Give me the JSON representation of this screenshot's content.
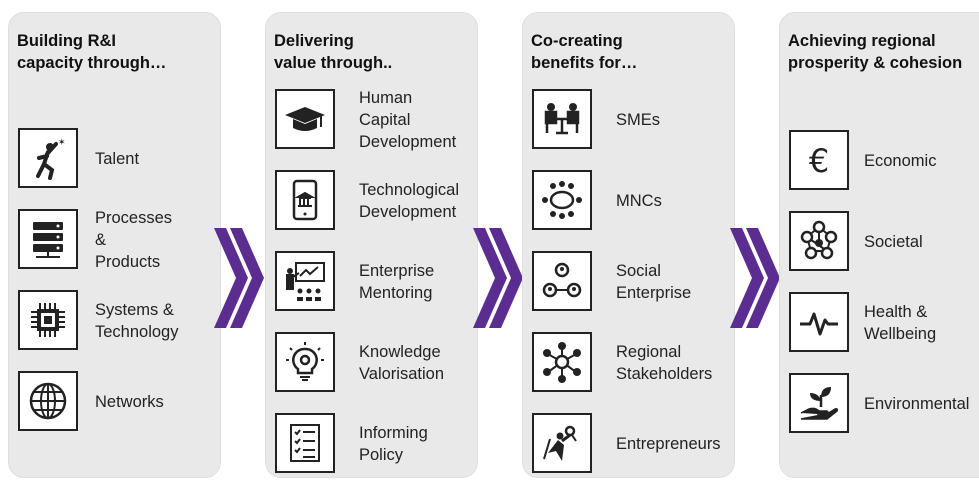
{
  "colors": {
    "panel": "#e9e9e9",
    "chevron": "#5c2d91",
    "icon": "#222222"
  },
  "columns": [
    {
      "title": "Building R&I\ncapacity through…",
      "items": [
        {
          "label": "Talent",
          "icon": "athlete-reaching-star-icon"
        },
        {
          "label": "Processes\n& Products",
          "icon": "server-rack-icon"
        },
        {
          "label": "Systems &\nTechnology",
          "icon": "microchip-icon"
        },
        {
          "label": "Networks",
          "icon": "globe-icon"
        }
      ]
    },
    {
      "title": "Delivering\nvalue through..",
      "items": [
        {
          "label": "Human\nCapital\nDevelopment",
          "icon": "graduation-cap-icon"
        },
        {
          "label": "Technological\nDevelopment",
          "icon": "smartphone-bank-icon"
        },
        {
          "label": "Enterprise\nMentoring",
          "icon": "presenter-board-icon"
        },
        {
          "label": "Knowledge\nValorisation",
          "icon": "lightbulb-gear-icon"
        },
        {
          "label": "Informing\nPolicy",
          "icon": "checklist-icon"
        }
      ]
    },
    {
      "title": "Co-creating\nbenefits for…",
      "items": [
        {
          "label": "SMEs",
          "icon": "meeting-table-icon"
        },
        {
          "label": "MNCs",
          "icon": "boardroom-icon"
        },
        {
          "label": "Social\nEnterprise",
          "icon": "people-network-icon"
        },
        {
          "label": "Regional\nStakeholders",
          "icon": "hub-network-icon"
        },
        {
          "label": "Entrepreneurs",
          "icon": "superhero-icon"
        }
      ]
    },
    {
      "title": "Achieving regional\nprosperity & cohesion",
      "items": [
        {
          "label": "Economic",
          "icon": "euro-icon"
        },
        {
          "label": "Societal",
          "icon": "community-network-icon"
        },
        {
          "label": "Health &\nWellbeing",
          "icon": "heartbeat-icon"
        },
        {
          "label": "Environmental",
          "icon": "hand-plant-icon"
        }
      ]
    }
  ]
}
